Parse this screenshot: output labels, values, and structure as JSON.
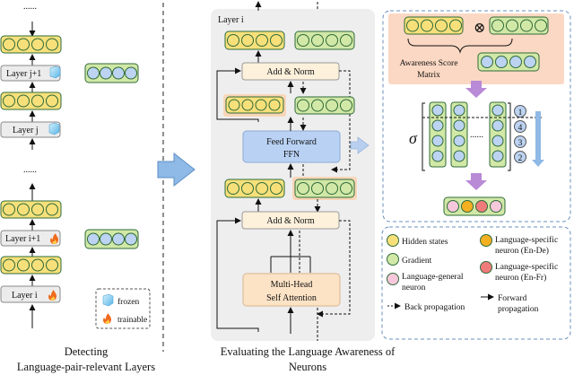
{
  "left": {
    "dots": "......",
    "layer_j1": "Layer j+1",
    "layer_j": "Layer j",
    "layer_i1": "Layer i+1",
    "layer_i": "Layer i",
    "legend_frozen": "frozen",
    "legend_trainable": "trainable",
    "caption_line1": "Detecting",
    "caption_line2": "Language-pair-relevant Layers"
  },
  "middle": {
    "layer_title": "Layer i",
    "add_norm_top": "Add & Norm",
    "ffn_line1": "Feed Forward",
    "ffn_line2": "FFN",
    "add_norm_bottom": "Add & Norm",
    "mhsa_line1": "Multi-Head",
    "mhsa_line2": "Self Attention",
    "caption_line1": "Evaluating the Language Awareness of",
    "caption_line2": "Neurons"
  },
  "right": {
    "otimes": "⊗",
    "matrix_line1": "Awareness Score",
    "matrix_line2": "Matrix",
    "sigma": "σ",
    "dots": "......",
    "rank": [
      "1",
      "4",
      "3",
      "2"
    ]
  },
  "legend": {
    "hidden_states": "Hidden states",
    "gradient": "Gradient",
    "general_line1": "Language-general",
    "general_line2": "neuron",
    "back_prop": "Back propagation",
    "specific_de_line1": "Language-specific",
    "specific_de_line2": "neuron (En-De)",
    "specific_fr_line1": "Language-specific",
    "specific_fr_line2": "neuron (En-Fr)",
    "forward_line1": "Forward",
    "forward_line2": "propagation"
  },
  "colors": {
    "hidden_fill": "#f7e07a",
    "hidden_border": "#2f6b3a",
    "gradient_fill": "#d2e8a7",
    "gradient_border": "#2f6b3a",
    "blue_fill": "#bcd3f2",
    "layer_box": "#ececec",
    "panel_bg": "#eeeeee",
    "add_norm_fill": "#fdf1dc",
    "ffn_fill": "#b9d2f4",
    "mhsa_fill": "#fde3c6",
    "matrix_bg": "#fbd8c3",
    "purple_arrow": "#b98ad6",
    "orange_neuron": "#f5b022",
    "red_neuron": "#f07b7b",
    "pink_neuron": "#f7c8dc"
  },
  "icons": [
    "ice-cube-icon",
    "fire-icon",
    "otimes-icon"
  ]
}
